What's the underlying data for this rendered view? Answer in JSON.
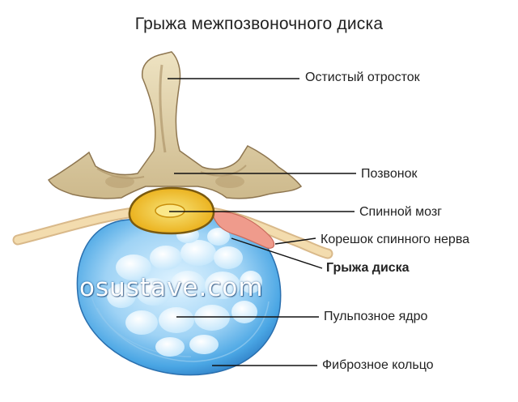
{
  "title": "Грыжа межпозвоночного диска",
  "watermark": "osustave.com",
  "labels": {
    "spinous_process": "Остистый отросток",
    "vertebra": "Позвонок",
    "spinal_cord": "Спинной мозг",
    "nerve_root": "Корешок спинного нерва",
    "disc_herniation": "Грыжа диска",
    "nucleus_pulposus": "Пульпозное ядро",
    "annulus_fibrosus": "Фиброзное кольцо"
  },
  "colors": {
    "bone": "#e6d8b0",
    "bone_shadow": "#9c8460",
    "disc_outer": "#3f9ee0",
    "disc_inner": "#bfe4fb",
    "spinal_cord": "#f3c21e",
    "herniation": "#ef9b8c",
    "nerve": "#f1d7a6"
  }
}
